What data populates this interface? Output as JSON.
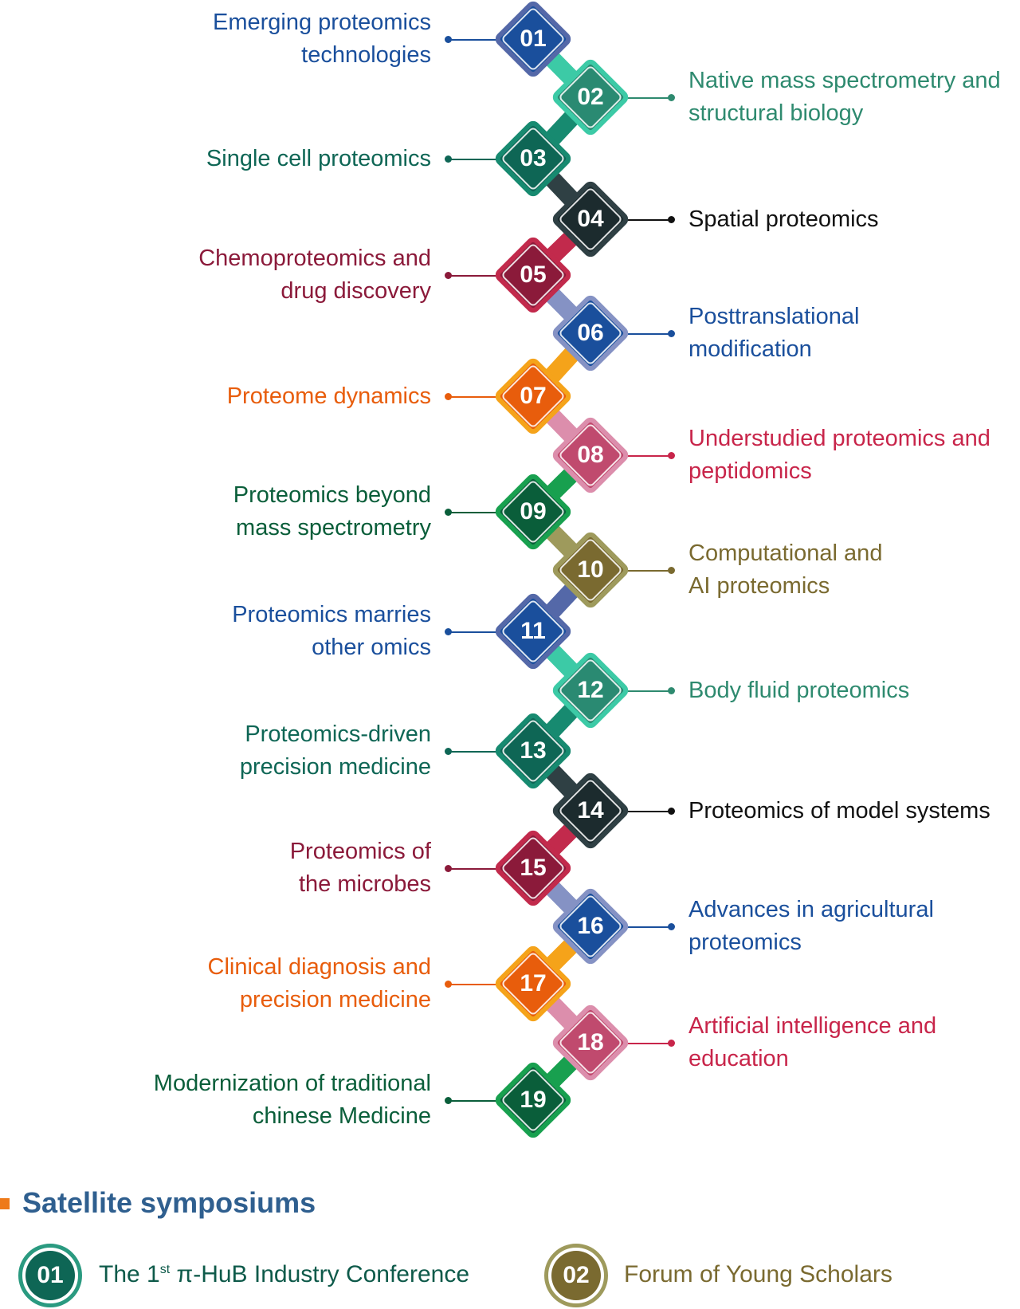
{
  "palette": [
    {
      "fill": "#1a4f9c",
      "border": "#5468a8",
      "text": "#1a4f9c"
    },
    {
      "fill": "#2a8a72",
      "border": "#3ccaa6",
      "text": "#2e8a6f"
    },
    {
      "fill": "#0e6655",
      "border": "#178a70",
      "text": "#0e6655"
    },
    {
      "fill": "#1c2b2e",
      "border": "#2f4044",
      "text": "#111111"
    },
    {
      "fill": "#8b1a3a",
      "border": "#c22a4c",
      "text": "#8b1a3a"
    },
    {
      "fill": "#1a4f9c",
      "border": "#8592c4",
      "text": "#1a4f9c"
    },
    {
      "fill": "#e85d0c",
      "border": "#f5a31a",
      "text": "#e85d0c"
    },
    {
      "fill": "#c04a6e",
      "border": "#dc8eac",
      "text": "#c8254a"
    },
    {
      "fill": "#0a5e3a",
      "border": "#18a04f",
      "text": "#0a5e3a"
    },
    {
      "fill": "#7a6a30",
      "border": "#9e9a5c",
      "text": "#7a6a30"
    }
  ],
  "items": [
    {
      "num": "01",
      "lines": [
        "Emerging proteomics",
        "technologies"
      ]
    },
    {
      "num": "02",
      "lines": [
        "Native mass spectrometry and",
        "structural biology"
      ]
    },
    {
      "num": "03",
      "lines": [
        "Single cell proteomics"
      ]
    },
    {
      "num": "04",
      "lines": [
        "Spatial proteomics"
      ]
    },
    {
      "num": "05",
      "lines": [
        "Chemoproteomics and",
        "drug discovery"
      ]
    },
    {
      "num": "06",
      "lines": [
        "Posttranslational",
        "modification"
      ]
    },
    {
      "num": "07",
      "lines": [
        "Proteome dynamics"
      ]
    },
    {
      "num": "08",
      "lines": [
        "Understudied proteomics and",
        "peptidomics"
      ]
    },
    {
      "num": "09",
      "lines": [
        "Proteomics beyond",
        "mass spectrometry"
      ]
    },
    {
      "num": "10",
      "lines": [
        "Computational and",
        "AI proteomics"
      ]
    },
    {
      "num": "11",
      "lines": [
        "Proteomics marries",
        "other omics"
      ]
    },
    {
      "num": "12",
      "lines": [
        "Body fluid proteomics"
      ]
    },
    {
      "num": "13",
      "lines": [
        "Proteomics-driven",
        "precision medicine"
      ]
    },
    {
      "num": "14",
      "lines": [
        "Proteomics of model systems"
      ]
    },
    {
      "num": "15",
      "lines": [
        "Proteomics of",
        "the microbes"
      ]
    },
    {
      "num": "16",
      "lines": [
        "Advances in agricultural",
        "proteomics"
      ]
    },
    {
      "num": "17",
      "lines": [
        "Clinical diagnosis and",
        "precision medicine"
      ]
    },
    {
      "num": "18",
      "lines": [
        "Artificial intelligence and",
        "education"
      ]
    },
    {
      "num": "19",
      "lines": [
        "Modernization of traditional",
        "chinese Medicine"
      ]
    }
  ],
  "satellite": {
    "title": "Satellite symposiums",
    "items": [
      {
        "num": "01",
        "pre": "The 1",
        "sup": "st",
        "post": " π-HuB Industry Conference",
        "fill": "#0e6655",
        "border": "#2a9a80",
        "text": "#0e5a4a"
      },
      {
        "num": "02",
        "pre": "Forum of Young Scholars",
        "sup": "",
        "post": "",
        "fill": "#7a6a30",
        "border": "#9e9a5c",
        "text": "#7a6a30"
      }
    ]
  }
}
